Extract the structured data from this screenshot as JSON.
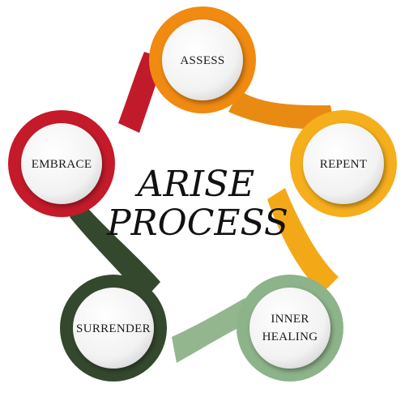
{
  "diagram": {
    "title_line1": "ARISE",
    "title_line2": "PROCESS",
    "steps": [
      {
        "label_line1": "ASSESS",
        "label_line2": "",
        "color": "#F08A10"
      },
      {
        "label_line1": "REPENT",
        "label_line2": "",
        "color": "#F5AE1C"
      },
      {
        "label_line1": "INNER",
        "label_line2": "HEALING",
        "color": "#8DB38A"
      },
      {
        "label_line1": "SURRENDER",
        "label_line2": "",
        "color": "#34482E"
      },
      {
        "label_line1": "EMBRACE",
        "label_line2": "",
        "color": "#C41A2A"
      }
    ]
  }
}
